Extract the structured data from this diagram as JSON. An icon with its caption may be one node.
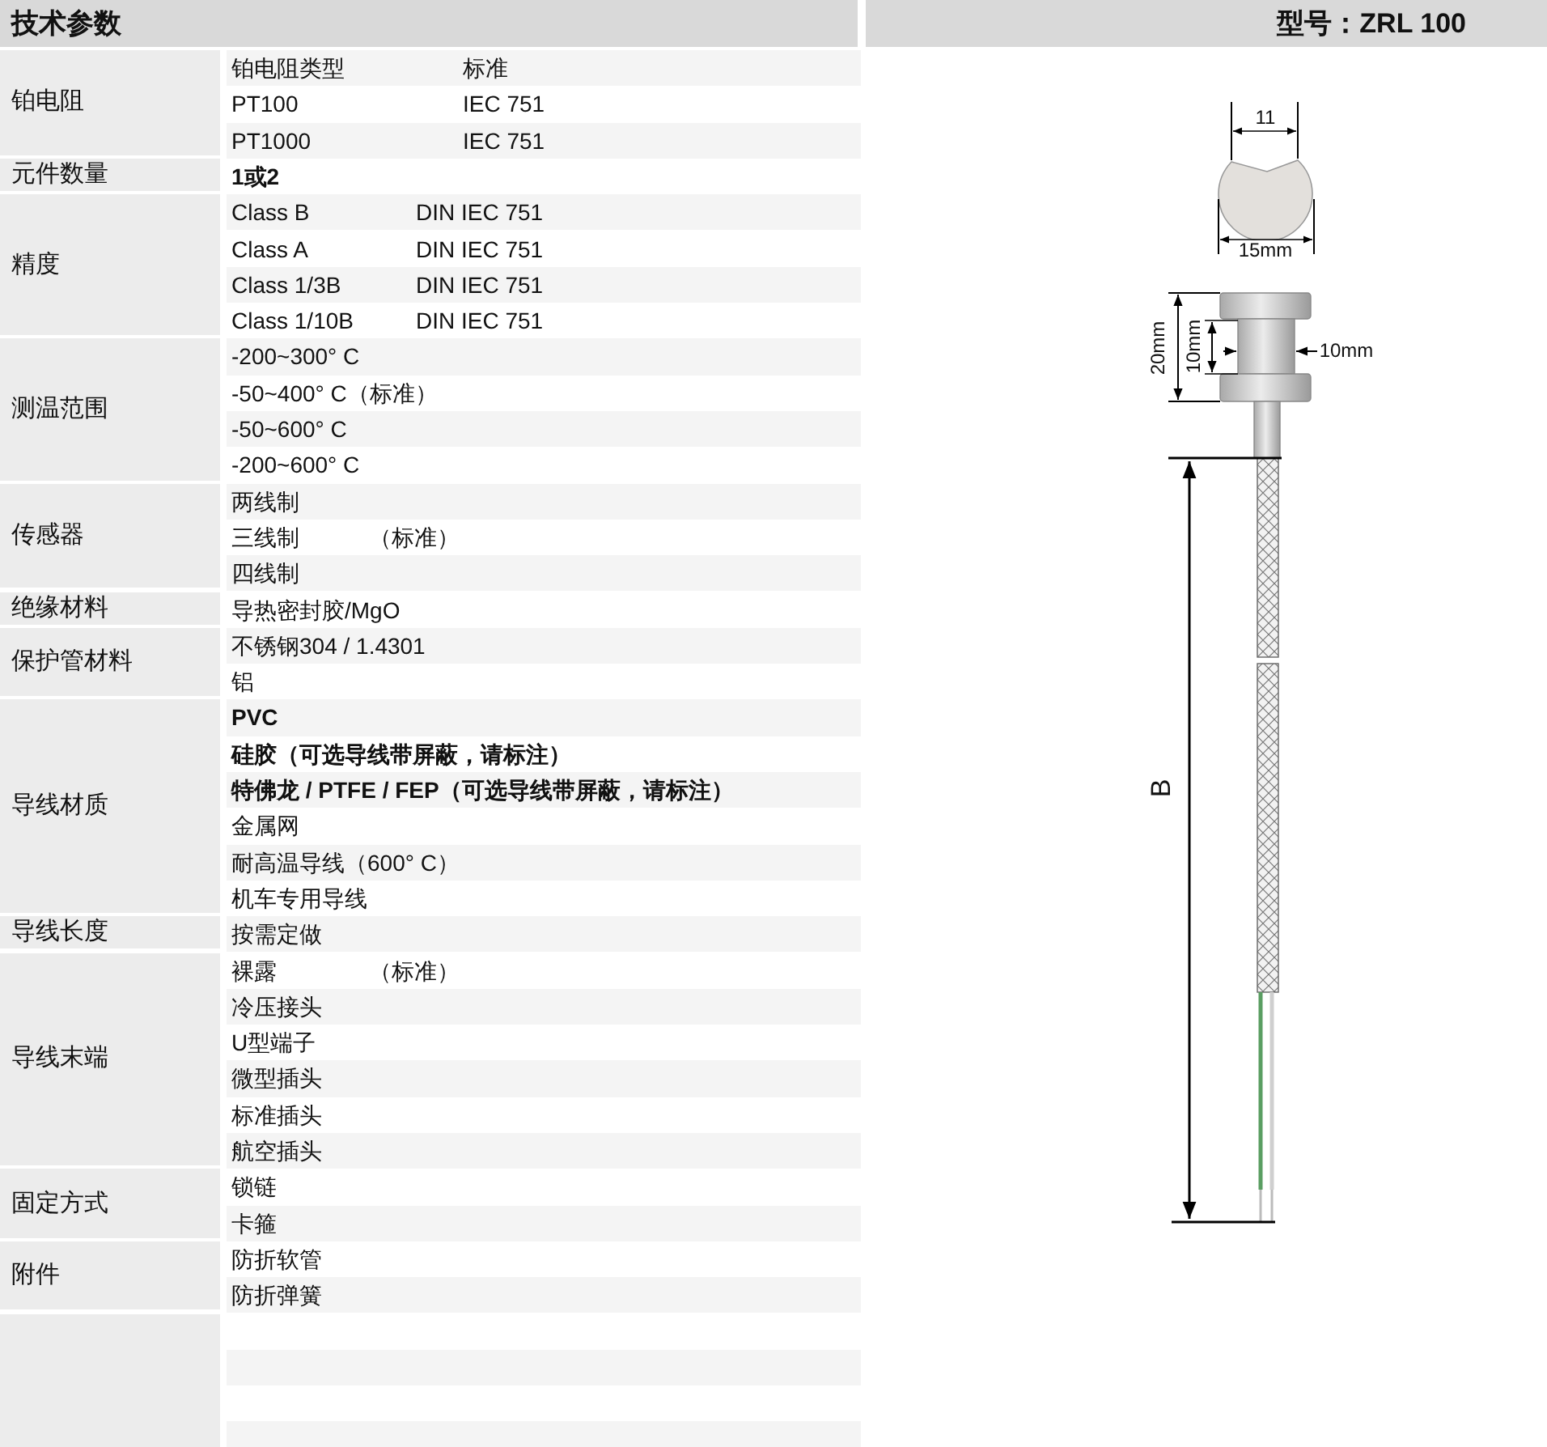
{
  "diagram": {
    "title": "技术参数",
    "labels": [
      "型号：ZRL 100",
      "铂电阻",
      "铂电阻类型",
      "标准",
      "PT100",
      "IEC 751",
      "PT1000",
      "IEC 751",
      "元件数量",
      "1或2",
      "精度",
      "Class B",
      "DIN IEC 751",
      "Class A",
      "DIN IEC 751",
      "Class 1/3B",
      "DIN IEC 751",
      "Class 1/10B",
      "DIN IEC 751",
      "测温范围",
      "-200~300° C",
      "-50~400° C（标准）",
      "-50~600° C",
      "-200~600° C",
      "传感器",
      "两线制",
      "三线制",
      "（标准）",
      "四线制",
      "绝缘材料",
      "导热密封胶/MgO",
      "保护管材料",
      "不锈钢304 / 1.4301",
      "铝",
      "导线材质",
      "PVC",
      "硅胶（可选导线带屏蔽，请标注）",
      "特佛龙 / PTFE / FEP（可选导线带屏蔽，请标注）",
      "金属网",
      "耐高温导线（600° C）",
      "机车专用导线",
      "导线长度",
      "按需定做",
      "导线末端",
      "裸露",
      "（标准）",
      "冷压接头",
      "U型端子",
      "微型插头",
      "标准插头",
      "航空插头",
      "固定方式",
      "锁链",
      "卡箍",
      "附件",
      "防折软管",
      "防折弹簧",
      "11",
      "15mm",
      "20mm",
      "10mm",
      "10mm",
      "B"
    ]
  }
}
